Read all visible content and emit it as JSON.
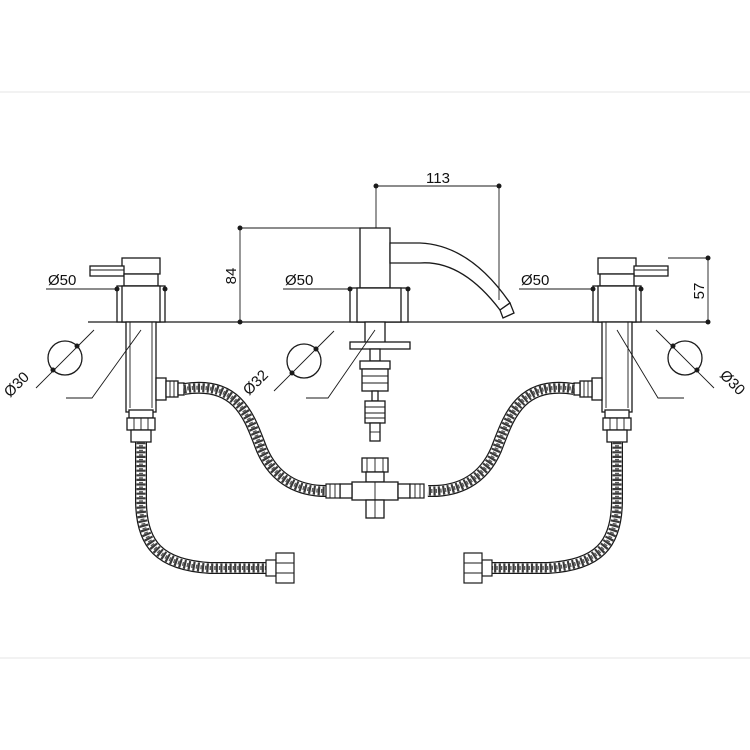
{
  "dimensions": {
    "spout_reach": "113",
    "spout_height": "84",
    "handle_height": "57",
    "left_base_diameter": "Ø50",
    "center_base_diameter": "Ø50",
    "right_base_diameter": "Ø50",
    "left_hole_diameter": "Ø30",
    "center_hole_diameter": "Ø32",
    "right_hole_diameter": "Ø30"
  },
  "colors": {
    "line": "#1a1a1a",
    "background": "#ffffff"
  }
}
